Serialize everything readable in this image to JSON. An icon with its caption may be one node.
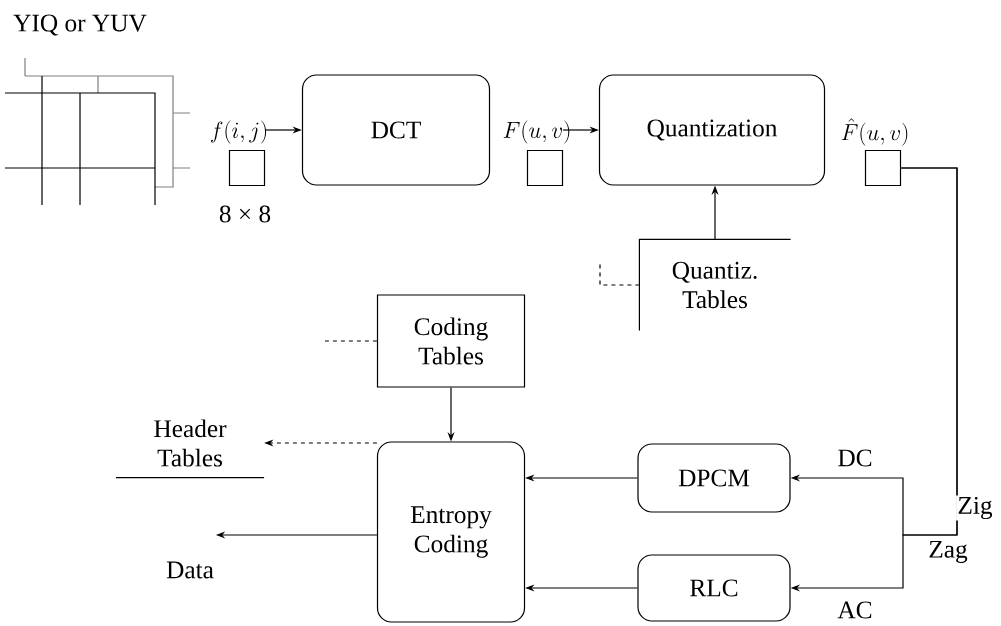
{
  "diagram": {
    "nodes": [
      {
        "text": [
          "YIQ or YUV"
        ]
      },
      {
        "text": [
          "f(i,j)",
          "8 × 8"
        ]
      },
      {
        "text": [
          "DCT"
        ]
      },
      {
        "text": [
          "F(u,v)"
        ]
      },
      {
        "text": [
          "Quantization"
        ]
      },
      {
        "text": [
          "\\hat{F}(u,v)"
        ]
      },
      {
        "text": [
          "Quantiz. Tables"
        ]
      },
      {
        "text": [
          "Coding Tables"
        ]
      },
      {
        "text": [
          "Header Tables"
        ]
      },
      {
        "text": [
          "Data"
        ]
      },
      {
        "text": [
          "Entropy Coding"
        ]
      },
      {
        "text": [
          "DPCM"
        ]
      },
      {
        "text": [
          "RLC"
        ]
      }
    ],
    "edges": [
      {
        "from": 1,
        "to": 2,
        "arrow": "to"
      },
      {
        "from": 3,
        "to": 4,
        "arrow": "to"
      },
      {
        "from": 6,
        "to": 4,
        "arrow": "to"
      },
      {
        "from": 5,
        "to": 11,
        "arrow": "to",
        "label": "DC"
      },
      {
        "from": 5,
        "to": 12,
        "arrow": "to",
        "label": "AC"
      },
      {
        "from": 11,
        "to": 10,
        "arrow": "to"
      },
      {
        "from": 12,
        "to": 10,
        "arrow": "to"
      },
      {
        "from": 7,
        "to": 10,
        "arrow": "to"
      },
      {
        "from": 10,
        "to": 9,
        "arrow": "to"
      },
      {
        "from": 10,
        "to": 8,
        "arrow": "to",
        "style": "dashed"
      },
      {
        "from": 6,
        "to": null,
        "arrow": "none",
        "style": "dashed"
      },
      {
        "from": 7,
        "to": null,
        "arrow": "none",
        "style": "dashed"
      }
    ],
    "labels": [
      "Zig",
      "Zag"
    ]
  }
}
